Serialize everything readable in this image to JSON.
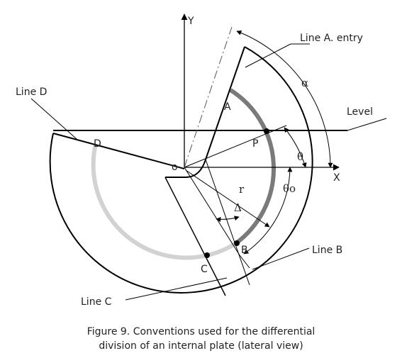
{
  "labels": {
    "y_axis": "Y",
    "x_axis": "X",
    "origin": "o",
    "line_a_entry": "Line A. entry",
    "line_b": "Line B",
    "line_c": "Line C",
    "line_d": "Line D",
    "level": "Level",
    "point_a": "A",
    "point_b": "B",
    "point_c": "C",
    "point_d": "D",
    "point_p": "P",
    "alpha": "α",
    "theta": "θ",
    "theta_o": "θo",
    "radius": "r",
    "delta": "Δ"
  },
  "caption": {
    "line1": "Figure 9. Conventions used for the differential",
    "line2": "division of an internal plate (lateral view)"
  },
  "colors": {
    "line": "#000000",
    "dark_arc": "#7a7a7a",
    "light_arc": "#d2d2d2",
    "text": "#222222"
  }
}
